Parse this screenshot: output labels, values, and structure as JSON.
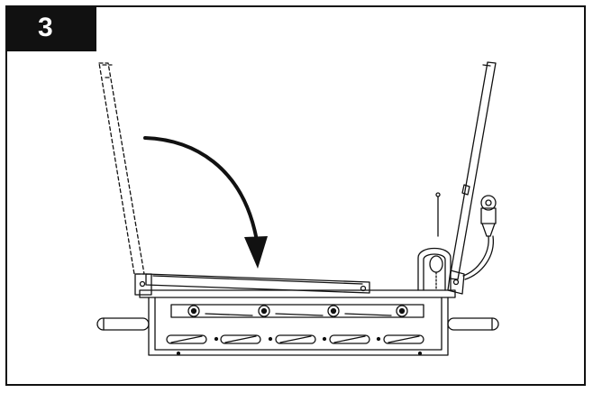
{
  "step": {
    "number": "3"
  },
  "colors": {
    "ink": "#111111",
    "background": "#ffffff",
    "badge": "#111111",
    "badge_text": "#ffffff"
  },
  "illustration": {
    "description_icons": [
      "rotation-arrow-icon"
    ],
    "parts": [
      "dashed-leg-original-position",
      "folding-leg",
      "grill-body",
      "side-shelf",
      "regulator-hose",
      "wheels"
    ]
  }
}
